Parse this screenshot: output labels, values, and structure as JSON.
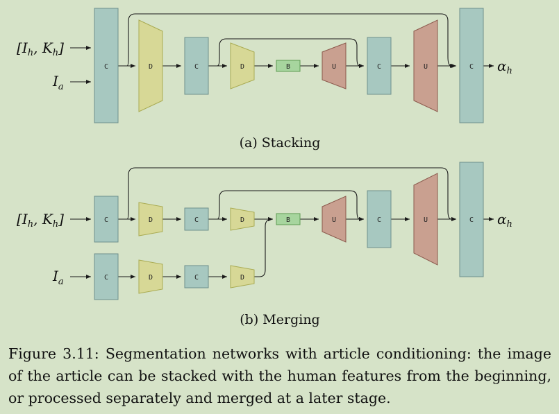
{
  "panel_a": {
    "caption": "(a) Stacking",
    "input_1": {
      "open": "[",
      "i": "I",
      "i_sub": "h",
      "mid": ", ",
      "k": "K",
      "k_sub": "h",
      "close": "]"
    },
    "input_2": {
      "i": "I",
      "i_sub": "a"
    },
    "output": {
      "main": "α",
      "sub": "h"
    },
    "blocks": {
      "c1": "C",
      "d1": "D",
      "c2": "C",
      "d2": "D",
      "b": "B",
      "u1": "U",
      "c3": "C",
      "u2": "U",
      "c4": "C"
    }
  },
  "panel_b": {
    "caption": "(b) Merging",
    "input_1": {
      "open": "[",
      "i": "I",
      "i_sub": "h",
      "mid": ", ",
      "k": "K",
      "k_sub": "h",
      "close": "]"
    },
    "input_2": {
      "i": "I",
      "i_sub": "a"
    },
    "output": {
      "main": "α",
      "sub": "h"
    },
    "blocks": {
      "c1": "C",
      "d1": "D",
      "c2": "C",
      "d2": "D",
      "b": "B",
      "u1": "U",
      "c3": "C",
      "u2": "U",
      "c4": "C",
      "c5": "C",
      "d3": "D",
      "c6": "C",
      "d4": "D"
    }
  },
  "figure_caption": "Figure 3.11: Segmentation networks with article conditioning: the image of the article can be stacked with the human features from the beginning, or processed separately and merged at a later stage.",
  "colors": {
    "background": "#d6e3c8",
    "concat_block": "#a7c8c0",
    "down_block": "#d7d896",
    "up_block": "#c9a090",
    "bottleneck_block": "#a7d59e"
  }
}
